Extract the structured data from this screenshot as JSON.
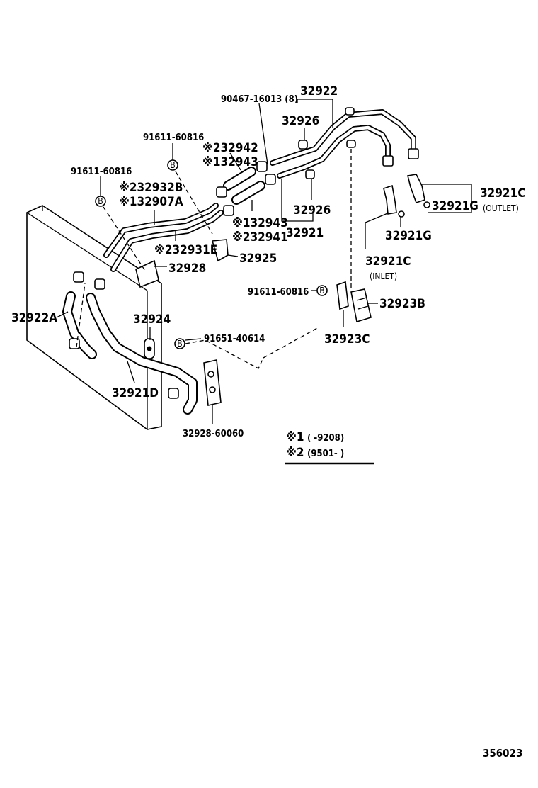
{
  "diagram": {
    "notes": {
      "note1_mark": "※1",
      "note1_range": "(      -9208)",
      "note2_mark": "※2",
      "note2_range": "(9501-      )"
    },
    "illustration_id": "356023",
    "labels": {
      "p32922": "32922",
      "p90467": "90467-16013 (8)",
      "p32926_top": "32926",
      "p91611_upper": "91611-60816",
      "p32942": "※232942",
      "p32943_top": "※132943",
      "p91611_left": "91611-60816",
      "p32932B": "※232932B",
      "p32907A": "※132907A",
      "p32943_mid": "※132943",
      "p32941": "※232941",
      "p32926_mid": "32926",
      "p32921": "32921",
      "p32931E": "※232931E",
      "p32925": "32925",
      "p32928": "32928",
      "p32921C_out": "32921C",
      "outlet": "(OUTLET)",
      "p32921G_out": "32921G",
      "p32921G_in": "32921G",
      "p32921C_in": "32921C",
      "inlet": "(INLET)",
      "p91611_right": "91611-60816",
      "p32923B": "32923B",
      "p32922A": "32922A",
      "p32924": "32924",
      "p91651": "91651-40614",
      "p32923C": "32923C",
      "p32921D": "32921D",
      "p32928_60060": "32928-60060",
      "bolt_mark": "B"
    }
  }
}
